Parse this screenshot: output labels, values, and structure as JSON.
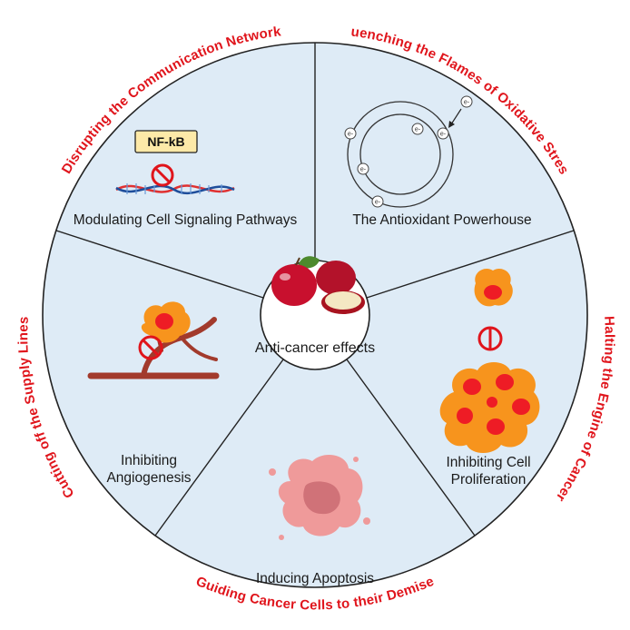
{
  "center": {
    "label": "Anti-cancer effects"
  },
  "segments": [
    {
      "label": "Modulating Cell Signaling Pathways"
    },
    {
      "label": "The Antioxidant Powerhouse"
    },
    {
      "label_line1": "Inhibiting Cell",
      "label_line2": "Proliferation"
    },
    {
      "label": "Inducing Apoptosis"
    },
    {
      "label_line1": "Inhibiting",
      "label_line2": "Angiogenesis"
    }
  ],
  "outer_labels": {
    "top_left": "Disrupting the Communication Network",
    "top_right": "Quenching the Flames of Oxidative Stress",
    "right": "Halting the Engine of Cancer",
    "bottom": "Guiding Cancer Cells to their Demise",
    "left": "Cutting off the Supply Lines"
  },
  "nfkb": {
    "label": "NF-kB"
  },
  "electron": {
    "symbol": "e-"
  },
  "colors": {
    "segment_fill": "#deebf6",
    "outline": "#222222",
    "arc_text": "#e0151c",
    "nfkb_box": "#fde9a8",
    "cell_orange": "#f7941d",
    "cell_red": "#ee1c25",
    "vessel": "#a23a2c",
    "apoptotic": "#ef9a9a"
  }
}
